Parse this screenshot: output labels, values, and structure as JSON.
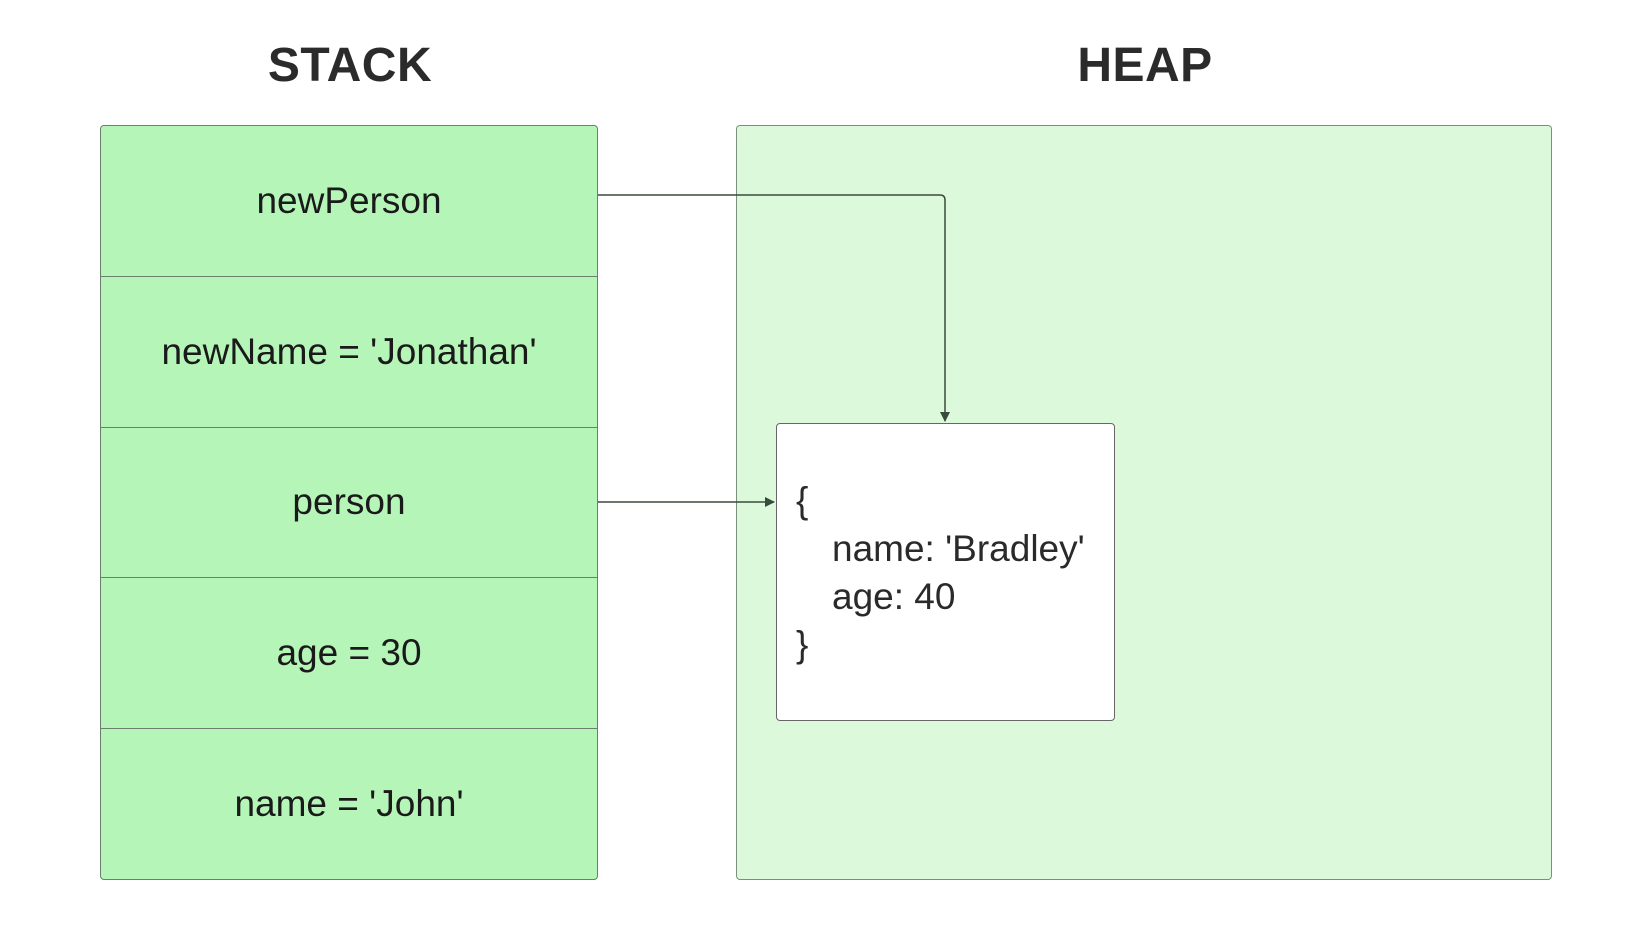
{
  "titles": {
    "stack": "STACK",
    "heap": "HEAP"
  },
  "stack": {
    "cells": [
      "newPerson",
      "newName = 'Jonathan'",
      "person",
      "age = 30",
      "name = 'John'"
    ]
  },
  "heap": {
    "object": {
      "open": "{",
      "name_line": "name: 'Bradley'",
      "age_line": "age: 40",
      "close": "}"
    }
  },
  "colors": {
    "stack_fill": "#b5f5b8",
    "heap_fill": "#dcf9dc",
    "border": "#6b7f6d",
    "arrow": "#3a4a3c"
  }
}
